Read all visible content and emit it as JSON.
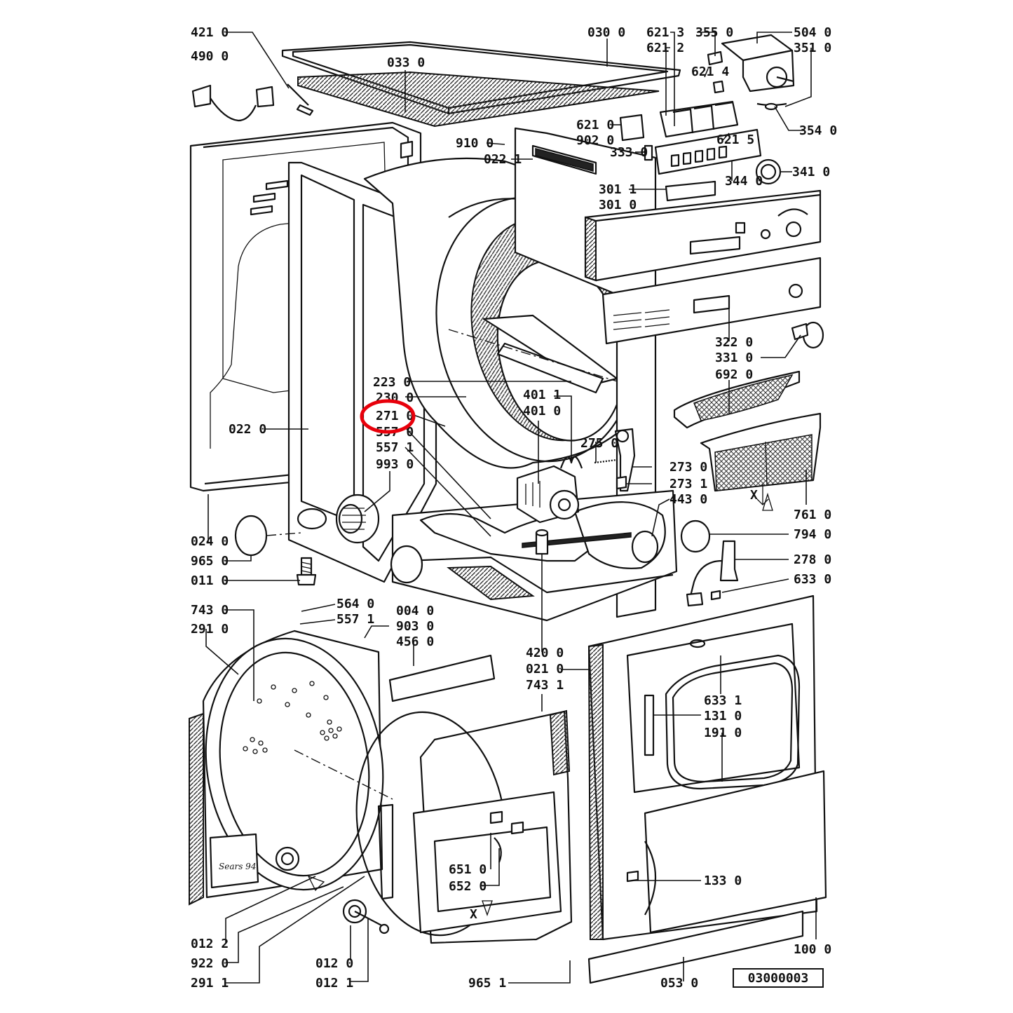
{
  "diagram_id": "03000003",
  "highlight": {
    "part": "271 0",
    "color": "#e8000b"
  },
  "parts": [
    "421 0",
    "490 0",
    "030 0",
    "033 0",
    "621 3",
    "621 2",
    "621 4",
    "621 5",
    "355 0",
    "504 0",
    "351 0",
    "354 0",
    "621 0",
    "902 0",
    "910 0",
    "022 1",
    "333 0",
    "344 0",
    "341 0",
    "301 1",
    "301 0",
    "322 0",
    "331 0",
    "692 0",
    "223 0",
    "230 0",
    "271 0",
    "557 0",
    "557 1",
    "993 0",
    "401 1",
    "401 0",
    "275 0",
    "273 0",
    "273 1",
    "443 0",
    "022 0",
    "761 0",
    "794 0",
    "024 0",
    "965 0",
    "278 0",
    "633 0",
    "011 0",
    "743 0",
    "291 0",
    "564 0",
    "557 1",
    "004 0",
    "903 0",
    "456 0",
    "420 0",
    "021 0",
    "743 1",
    "633 1",
    "131 0",
    "191 0",
    "651 0",
    "652 0",
    "133 0",
    "012 2",
    "922 0",
    "291 1",
    "012 0",
    "012 1",
    "965 1",
    "053 0",
    "100 0"
  ],
  "text": {
    "x_mark": "X",
    "nameplate": "Sears 94"
  }
}
